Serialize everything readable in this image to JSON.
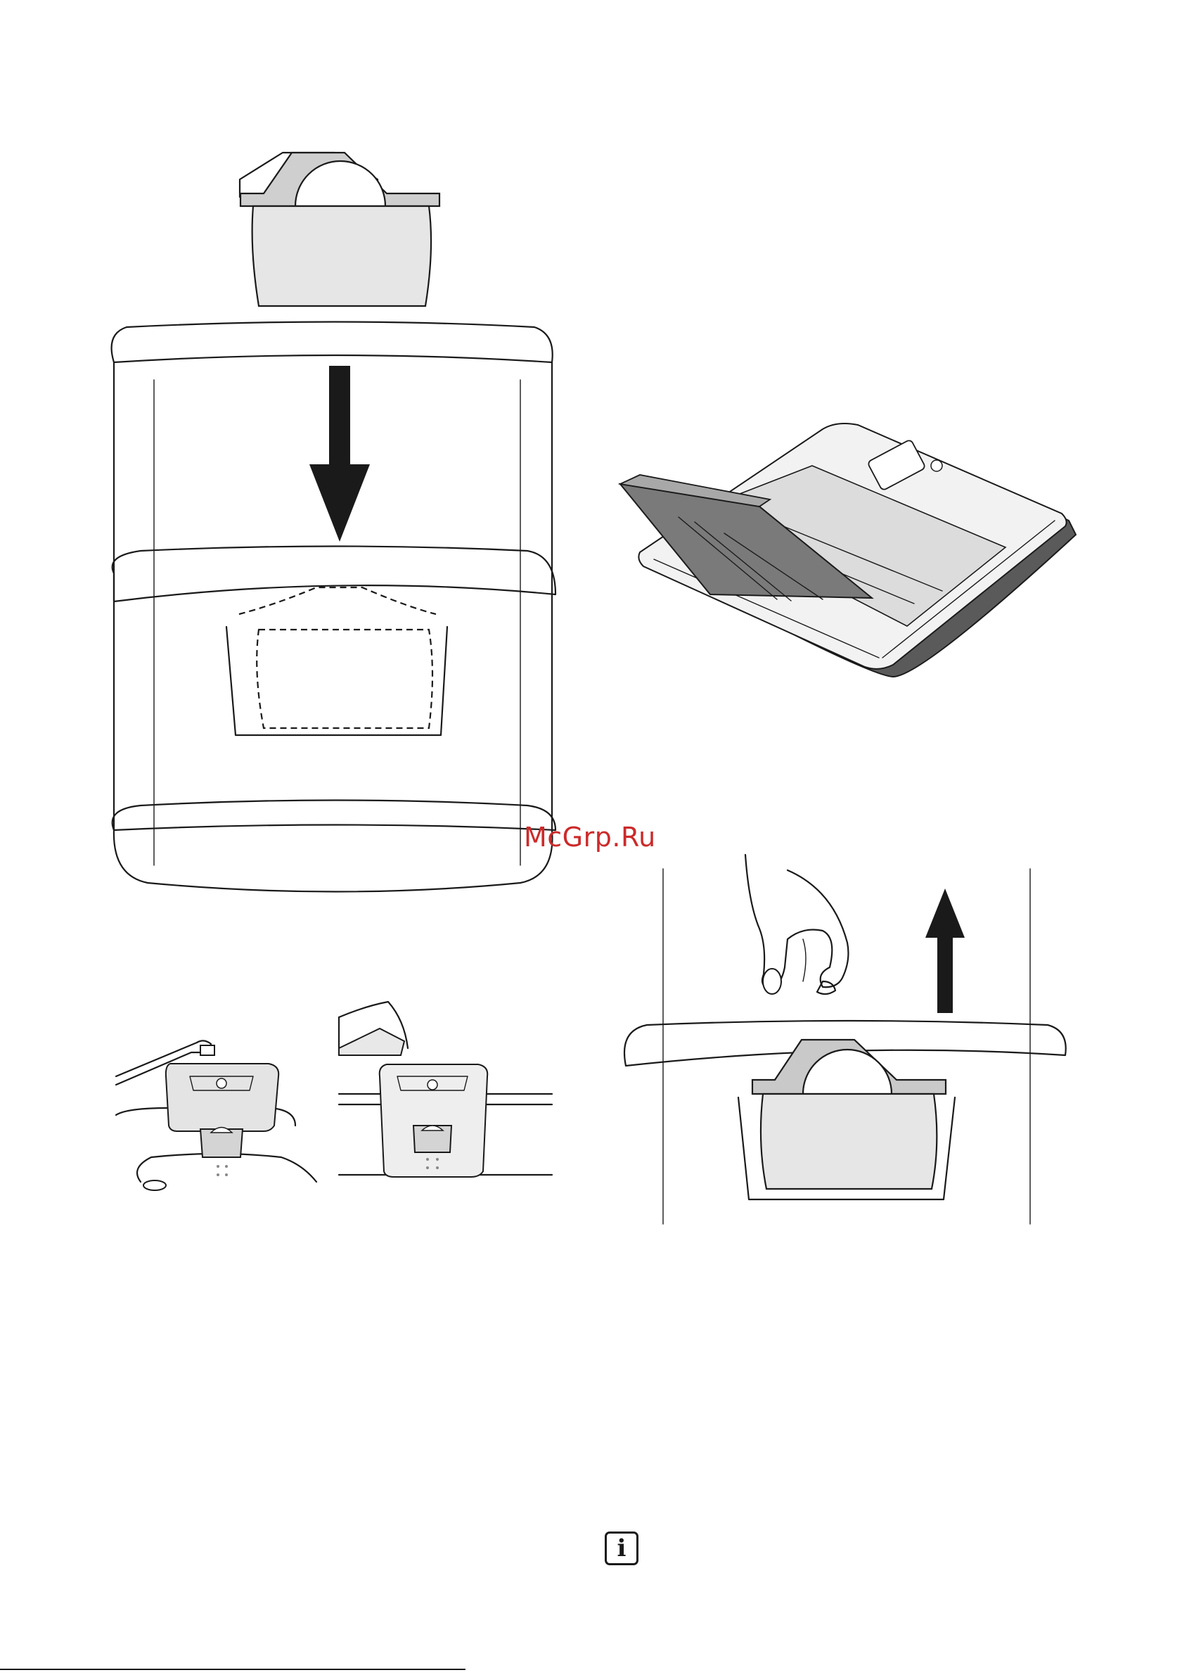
{
  "watermark": {
    "text": "McGrp.Ru",
    "color": "#cc2a2a"
  },
  "figures": {
    "insert_cartridge": {
      "icon": "cartridge-insert-down-arrow"
    },
    "dispenser_tray": {
      "icon": "open-dispenser-drawer"
    },
    "rinse_cartridge": {
      "icon": "cartridge-under-tap"
    },
    "fill_cartridge": {
      "icon": "cartridge-filled-from-jug"
    },
    "remove_cartridge": {
      "icon": "hand-lifting-cartridge-up-arrow"
    }
  },
  "info_icon": {
    "glyph": "i",
    "name": "info-icon"
  }
}
